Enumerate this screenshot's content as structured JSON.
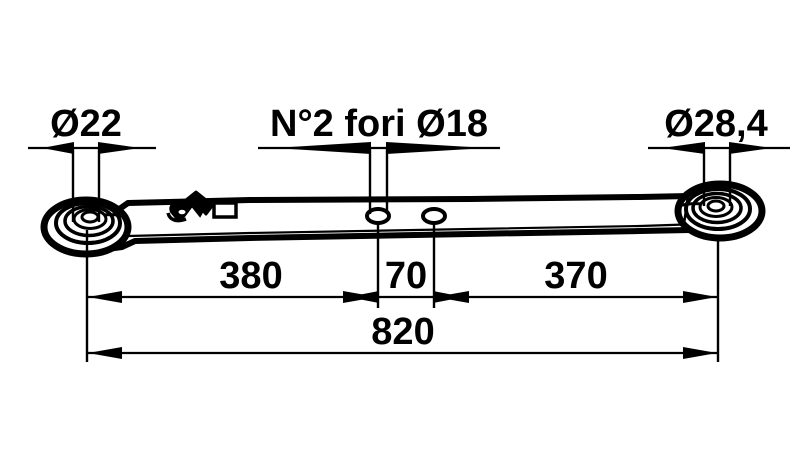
{
  "drawing": {
    "title": "Technical part drawing - tie rod / drag link",
    "background_color": "#ffffff",
    "line_color": "#000000",
    "top_dimensions": [
      {
        "id": "left-bore",
        "label": "Ø22",
        "value": 22,
        "symbol": "Ø",
        "position": "left",
        "target": "left-eye-bore"
      },
      {
        "id": "center-holes",
        "label": "N°2  fori  Ø18",
        "value": 18,
        "symbol": "Ø",
        "quantity": 2,
        "quantity_text": "N°2",
        "noun": "fori",
        "position": "center",
        "target": "mid-holes"
      },
      {
        "id": "right-bore",
        "label": "Ø28,4",
        "value": 28.4,
        "symbol": "Ø",
        "position": "right",
        "target": "right-eye-bore"
      }
    ],
    "bottom_dimensions": [
      {
        "id": "dim-380",
        "label": "380",
        "value": 380,
        "from": "left-eye-center",
        "to": "hole-1"
      },
      {
        "id": "dim-70",
        "label": "70",
        "value": 70,
        "from": "hole-1",
        "to": "hole-2"
      },
      {
        "id": "dim-370",
        "label": "370",
        "value": 370,
        "from": "hole-2",
        "to": "right-eye-center"
      },
      {
        "id": "dim-820",
        "label": "820",
        "value": 820,
        "from": "left-eye-center",
        "to": "right-eye-center"
      }
    ],
    "part": {
      "name": "drag-link-beam",
      "left_end": "ball-joint-eye",
      "right_end": "ball-joint-eye",
      "features": [
        "upper-bracket-tab",
        "hole-1",
        "hole-2"
      ]
    }
  }
}
